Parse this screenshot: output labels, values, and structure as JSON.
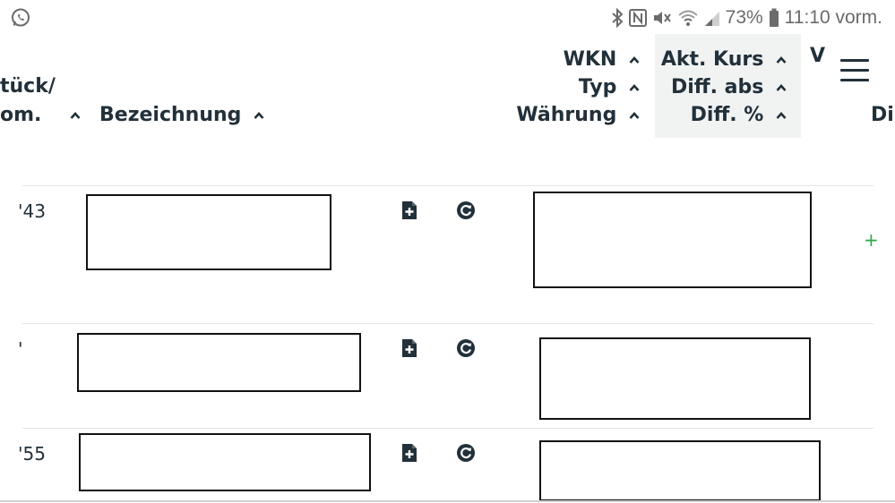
{
  "status_bar": {
    "notification_icon": "whatsapp-icon",
    "icons": [
      "bluetooth-icon",
      "nfc-icon",
      "mute-icon",
      "wifi-icon",
      "signal-icon"
    ],
    "battery_percent": "73%",
    "battery_icon": "battery-icon",
    "time": "11:10 vorm."
  },
  "table_header": {
    "col_stueck": {
      "line1": "tück/",
      "line2": "om."
    },
    "col_bezeichnung": "Bezeichnung",
    "col_wkn": "WKN",
    "col_typ": "Typ",
    "col_waehrung": "Währung",
    "col_akt_kurs": "Akt. Kurs",
    "col_diff_abs": "Diff. abs",
    "col_diff_pct": "Diff. %",
    "col_cut_top": "V",
    "col_cut_right": "Di",
    "sorted_column": "Akt. Kurs",
    "sort_indicator": "chevron-up-icon"
  },
  "menu": {
    "icon": "hamburger-menu-icon"
  },
  "rows": [
    {
      "stueck": "'43",
      "row_icons": [
        "add-document-icon",
        "refresh-icon"
      ],
      "extra": "+"
    },
    {
      "stueck": "'",
      "row_icons": [
        "add-document-icon",
        "refresh-icon"
      ],
      "extra": ""
    },
    {
      "stueck": "'55",
      "row_icons": [
        "add-document-icon",
        "refresh-icon"
      ],
      "extra": ""
    }
  ],
  "colors": {
    "text": "#22303a",
    "sorted_bg": "#f1f3f3",
    "divider": "#e3e6e7",
    "positive": "#2aa84a",
    "status_text": "#6b6b6b"
  }
}
